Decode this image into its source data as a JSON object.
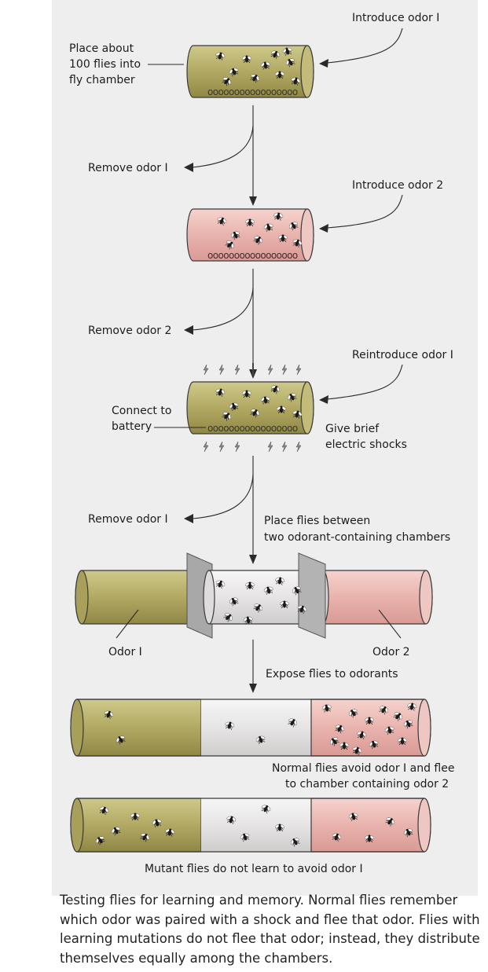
{
  "labels": {
    "introduce_odor_1": "Introduce odor I",
    "place_flies": [
      "Place about",
      "100 flies into",
      "fly chamber"
    ],
    "remove_odor_1_a": "Remove odor I",
    "introduce_odor_2": "Introduce odor 2",
    "remove_odor_2": "Remove odor 2",
    "reintroduce_odor_1": "Reintroduce odor I",
    "connect_battery": [
      "Connect to",
      "battery"
    ],
    "give_shocks": [
      "Give brief",
      "electric shocks"
    ],
    "remove_odor_1_b": "Remove odor I",
    "place_between": [
      "Place flies between",
      "two odorant-containing chambers"
    ],
    "odor_1": "Odor I",
    "odor_2": "Odor 2",
    "expose": "Expose flies to odorants",
    "normal_result": [
      "Normal flies avoid odor I and flee",
      "to chamber containing odor 2"
    ],
    "mutant_result": "Mutant flies do not learn to avoid odor I"
  },
  "coil_text": "ooooooooooooooooo",
  "caption": "Testing flies for learning and memory. Normal flies remember which odor was paired with a shock and flee that odor. Flies with learning mutations do not flee that odor; instead, they distribute themselves equally among the chambers.",
  "colors": {
    "odor1": "#b5ae6a",
    "odor2": "#eab9b3",
    "neutral": "#e8e6e6",
    "background": "#eeeeee"
  }
}
